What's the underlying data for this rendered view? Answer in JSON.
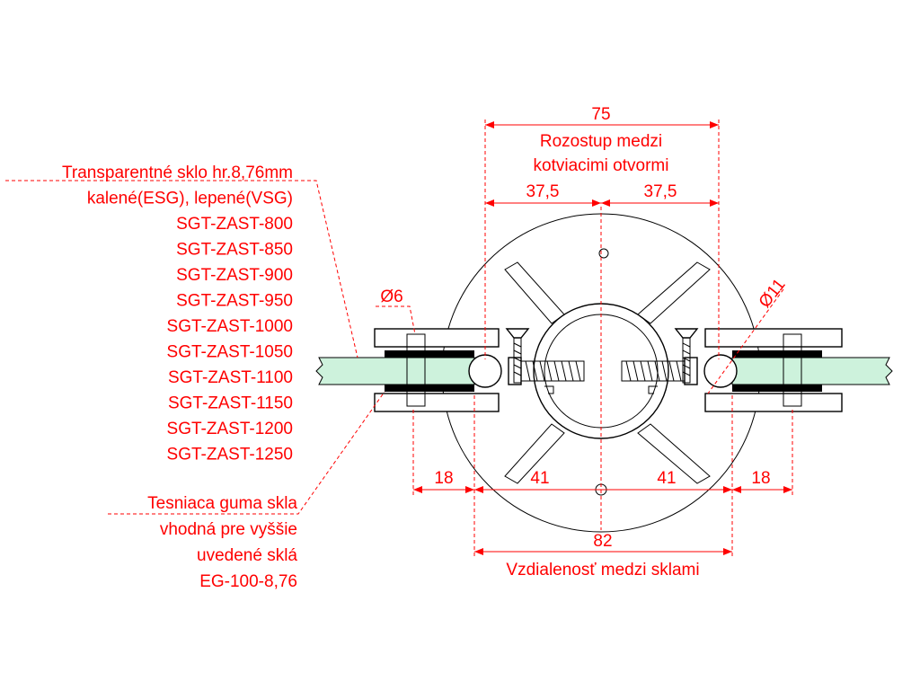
{
  "colors": {
    "annotation": "#ff0000",
    "outline": "#000000",
    "glass": "#cdf2dc",
    "gasket": "#000000",
    "background": "#ffffff"
  },
  "left_labels": {
    "glass_lines": [
      "Transparentné sklo hr.8,76mm",
      "kalené(ESG), lepené(VSG)",
      "SGT-ZAST-800",
      "SGT-ZAST-850",
      "SGT-ZAST-900",
      "SGT-ZAST-950",
      "SGT-ZAST-1000",
      "SGT-ZAST-1050",
      "SGT-ZAST-1100",
      "SGT-ZAST-1150",
      "SGT-ZAST-1200",
      "SGT-ZAST-1250"
    ],
    "gasket_lines": [
      "Tesniaca guma skla",
      "vhodná pre vyššie",
      "uvedené sklá",
      "EG-100-8,76"
    ]
  },
  "dimensions": {
    "top_total": "75",
    "top_caption_1": "Rozostup medzi",
    "top_caption_2": "kotviacimi otvormi",
    "top_half_left": "37,5",
    "top_half_right": "37,5",
    "hole_diameter": "Ø6",
    "disc_diameter": "Ø11",
    "bottom_left_outer": "18",
    "bottom_left_inner": "41",
    "bottom_right_inner": "41",
    "bottom_right_outer": "18",
    "bottom_total": "82",
    "bottom_caption": "Vzdialenosť medzi sklami"
  }
}
